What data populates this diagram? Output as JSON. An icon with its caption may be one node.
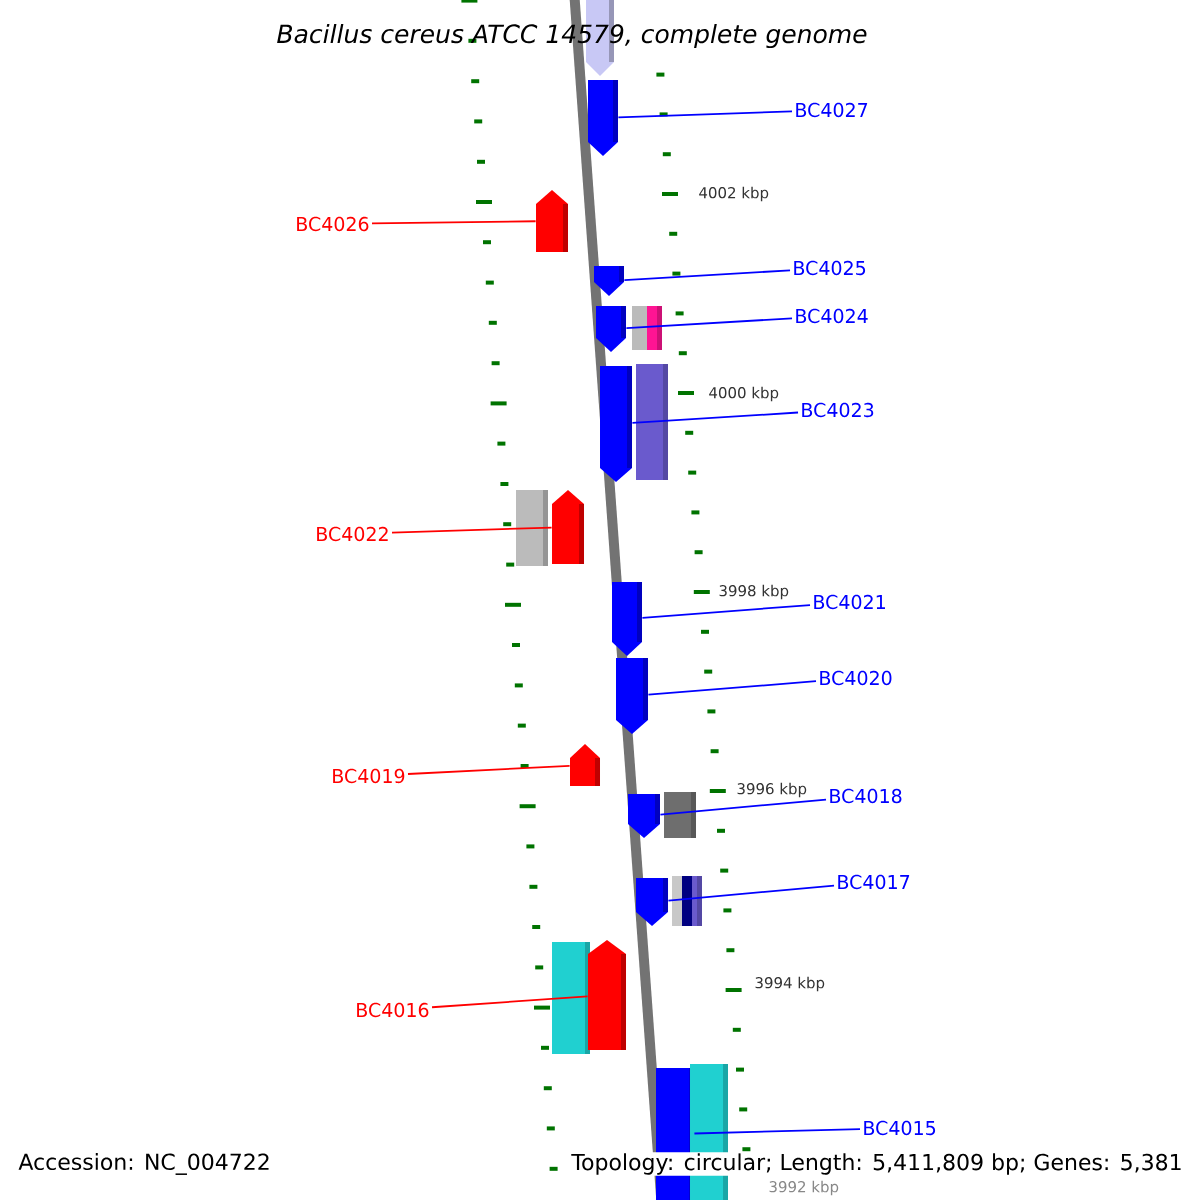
{
  "diagram": {
    "title": "Bacillus cereus ATCC 14579, complete genome",
    "nodes": [
      {
        "text": [],
        "shape": "arrow"
      },
      {
        "text": [
          "BC4027"
        ]
      },
      {
        "text": [],
        "shape": "arrow"
      },
      {
        "text": [
          "BC4026"
        ]
      },
      {
        "text": [],
        "shape": "arrow"
      },
      {
        "text": [
          "BC4025"
        ]
      },
      {
        "text": [],
        "shape": "arrow"
      },
      {
        "text": [
          "BC4024"
        ]
      },
      {
        "text": [],
        "shape": "arrow"
      },
      {
        "text": [],
        "shape": "box"
      },
      {
        "text": [
          "BC4023"
        ]
      },
      {
        "text": [],
        "shape": "arrow"
      },
      {
        "text": [],
        "shape": "box"
      },
      {
        "text": [
          "BC4022"
        ]
      },
      {
        "text": [],
        "shape": "box"
      },
      {
        "text": [],
        "shape": "arrow"
      },
      {
        "text": [
          "BC4021"
        ]
      },
      {
        "text": [],
        "shape": "arrow"
      },
      {
        "text": [
          "BC4020"
        ]
      },
      {
        "text": [],
        "shape": "arrow"
      },
      {
        "text": [
          "BC4019"
        ]
      },
      {
        "text": [],
        "shape": "arrow"
      },
      {
        "text": [
          "BC4018"
        ]
      },
      {
        "text": [],
        "shape": "arrow"
      },
      {
        "text": [],
        "shape": "box"
      },
      {
        "text": [
          "BC4017"
        ]
      },
      {
        "text": [],
        "shape": "arrow"
      },
      {
        "text": [],
        "shape": "box"
      },
      {
        "text": [
          "BC4016"
        ]
      },
      {
        "text": [],
        "shape": "box"
      },
      {
        "text": [],
        "shape": "arrow"
      },
      {
        "text": [
          "BC4015"
        ]
      },
      {
        "text": [],
        "shape": "box"
      },
      {
        "text": [],
        "shape": "box"
      }
    ],
    "edges": [
      {
        "from": 1,
        "to": 2,
        "arrow": "none"
      },
      {
        "from": 3,
        "to": 4,
        "arrow": "none",
        "color": "#ff0000"
      },
      {
        "from": 5,
        "to": 6,
        "arrow": "none"
      },
      {
        "from": 7,
        "to": 8,
        "arrow": "none"
      },
      {
        "from": 10,
        "to": 11,
        "arrow": "none"
      },
      {
        "from": 13,
        "to": 15,
        "arrow": "none",
        "color": "#ff0000"
      },
      {
        "from": 16,
        "to": 17,
        "arrow": "none"
      },
      {
        "from": 18,
        "to": 19,
        "arrow": "none"
      },
      {
        "from": 20,
        "to": 21,
        "arrow": "none",
        "color": "#ff0000"
      },
      {
        "from": 22,
        "to": 23,
        "arrow": "none"
      },
      {
        "from": 25,
        "to": 26,
        "arrow": "none"
      },
      {
        "from": 28,
        "to": 30,
        "arrow": "none",
        "color": "#ff0000"
      },
      {
        "from": 31,
        "to": 32,
        "arrow": "none"
      }
    ],
    "labels": [
      "4002 kbp",
      "4000 kbp",
      "3998 kbp",
      "3996 kbp",
      "3994 kbp",
      "3992 kbp",
      "Accession: NC_004722",
      "Topology: circular; Length: 5,411,809 bp; Genes: 5,381"
    ]
  }
}
